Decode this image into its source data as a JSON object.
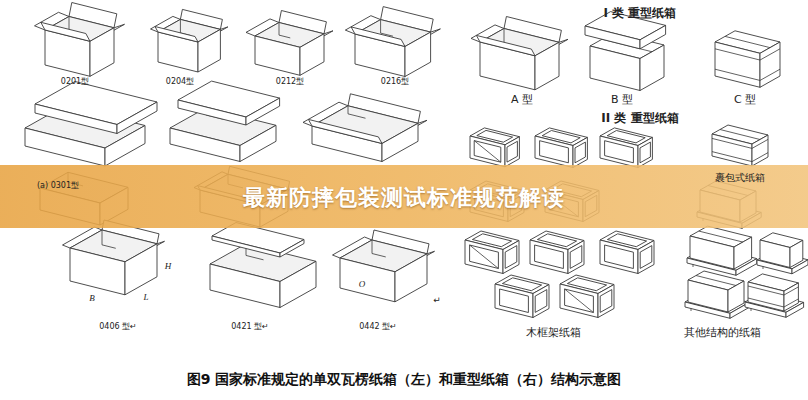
{
  "diagram": {
    "title": "最新防摔包装测试标准规范解读",
    "caption": "图9 国家标准规定的单双瓦楞纸箱（左）和重型纸箱（右）结构示意图",
    "labels": [
      "0201型",
      "0204型",
      "0212型",
      "0216型",
      "(a) 0301型",
      "H",
      "B",
      "L",
      "O",
      "↵",
      "0406 型↵",
      "0421 型↵",
      "0442 型↵",
      "I 类 重型纸箱",
      "A 型",
      "B 型",
      "C 型",
      "II 类 重型纸箱",
      "裹包式纸箱",
      "木框架纸箱",
      "其他结构的纸箱"
    ]
  }
}
